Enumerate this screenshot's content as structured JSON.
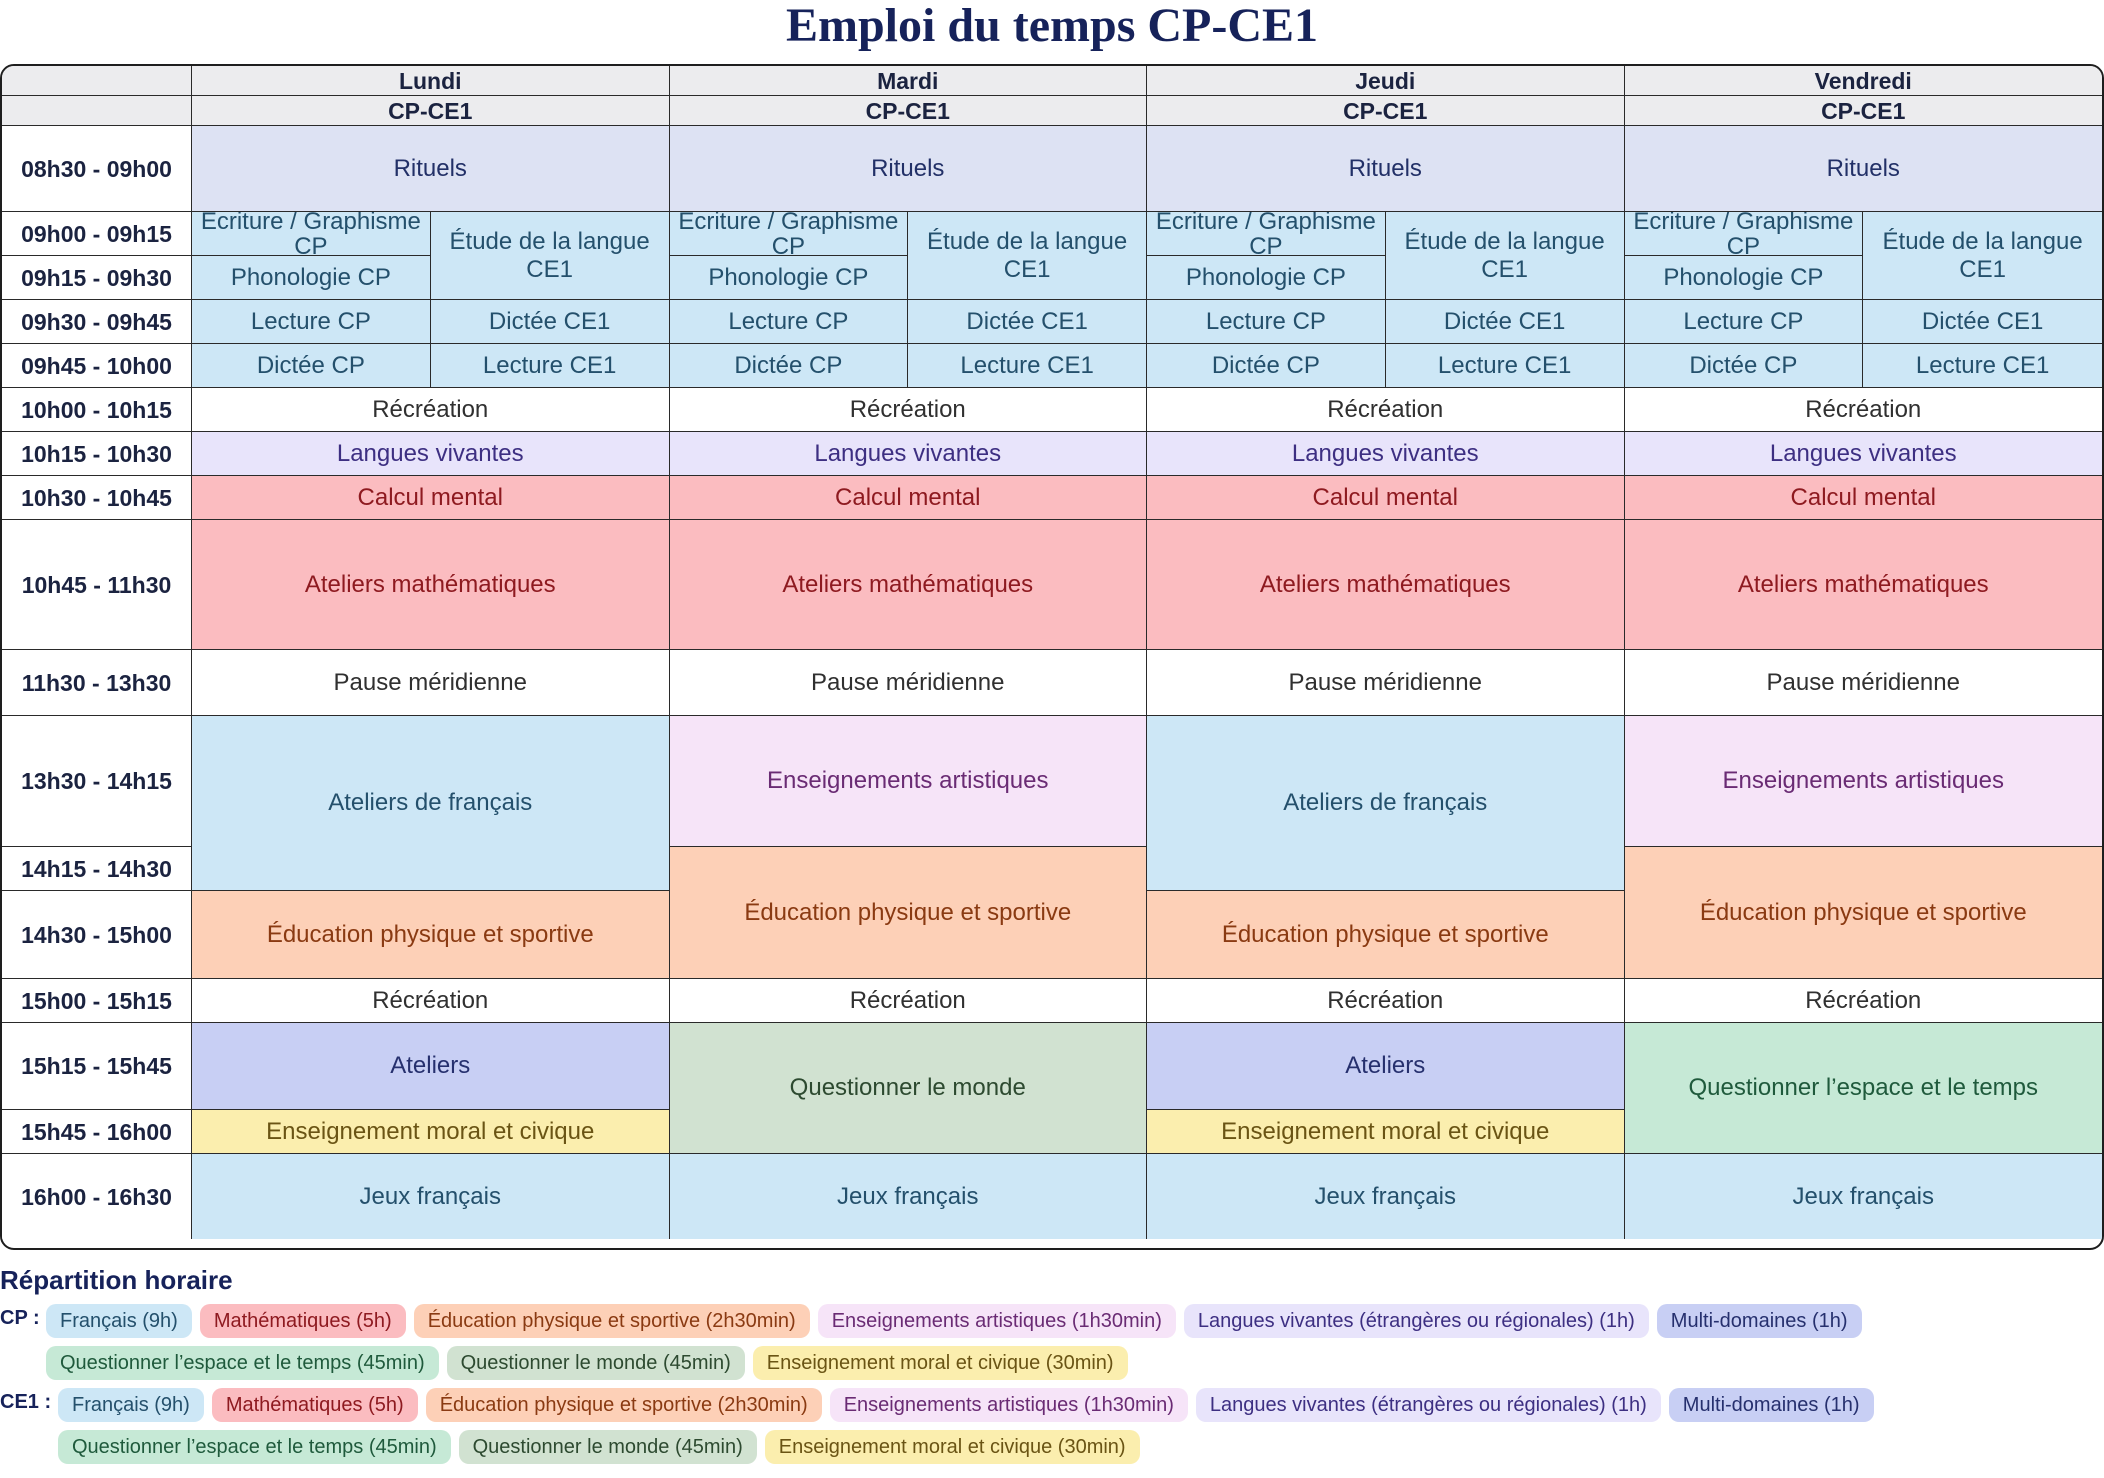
{
  "title": "Emploi du temps CP-CE1",
  "header": {
    "days": [
      "Lundi",
      "Mardi",
      "Jeudi",
      "Vendredi"
    ],
    "level": "CP-CE1"
  },
  "times": [
    "08h30 - 09h00",
    "09h00 - 09h15",
    "09h15 - 09h30",
    "09h30 - 09h45",
    "09h45 - 10h00",
    "10h00 - 10h15",
    "10h15 - 10h30",
    "10h30 - 10h45",
    "10h45 - 11h30",
    "11h30 - 13h30",
    "13h30 - 14h15",
    "14h15 - 14h30",
    "14h30 - 15h00",
    "15h00 - 15h15",
    "15h15 - 15h45",
    "15h45 - 16h00",
    "16h00 - 16h30"
  ],
  "subjects": {
    "rituels": "Rituels",
    "ecriture_cp": "Écriture / Graphisme CP",
    "etude_ce1": "Étude de la langue CE1",
    "phonologie_cp": "Phonologie CP",
    "lecture_cp": "Lecture CP",
    "dictee_ce1": "Dictée CE1",
    "dictee_cp": "Dictée CP",
    "lecture_ce1": "Lecture CE1",
    "recreation": "Récréation",
    "langues": "Langues vivantes",
    "calcul": "Calcul mental",
    "ateliers_maths": "Ateliers mathématiques",
    "pause": "Pause méridienne",
    "ateliers_fr": "Ateliers de français",
    "arts": "Enseignements artistiques",
    "eps": "Éducation physique et sportive",
    "ateliers": "Ateliers",
    "emc": "Enseignement moral et civique",
    "qm": "Questionner le monde",
    "qet": "Questionner l’espace et le temps",
    "jeux": "Jeux français"
  },
  "legend": {
    "title": "Répartition horaire",
    "cp_label": "CP :",
    "ce1_label": "CE1 :",
    "cp_row1": [
      "Français (9h)",
      "Mathématiques (5h)",
      "Éducation physique et sportive (2h30min)",
      "Enseignements artistiques (1h30min)",
      "Langues vivantes (étrangères ou régionales) (1h)",
      "Multi-domaines (1h)"
    ],
    "cp_row2": [
      "Questionner l’espace et le temps (45min)",
      "Questionner le monde (45min)",
      "Enseignement moral et civique (30min)"
    ],
    "ce1_row1": [
      "Français (9h)",
      "Mathématiques (5h)",
      "Éducation physique et sportive (2h30min)",
      "Enseignements artistiques (1h30min)",
      "Langues vivantes (étrangères ou régionales) (1h)",
      "Multi-domaines (1h)"
    ],
    "ce1_row2": [
      "Questionner l’espace et le temps (45min)",
      "Questionner le monde (45min)",
      "Enseignement moral et civique (30min)"
    ]
  },
  "colors": {
    "francais": "#cde7f6",
    "mathematiques": "#fbbcc0",
    "eps": "#fdd0b7",
    "arts": "#f6e4f8",
    "langues": "#e8e4fb",
    "multi_domaines": "#c8cff4",
    "questionner_espace_temps": "#c6e9d6",
    "questionner_monde": "#d1e2d1",
    "emc": "#fbeeae",
    "title": "#16225a"
  }
}
